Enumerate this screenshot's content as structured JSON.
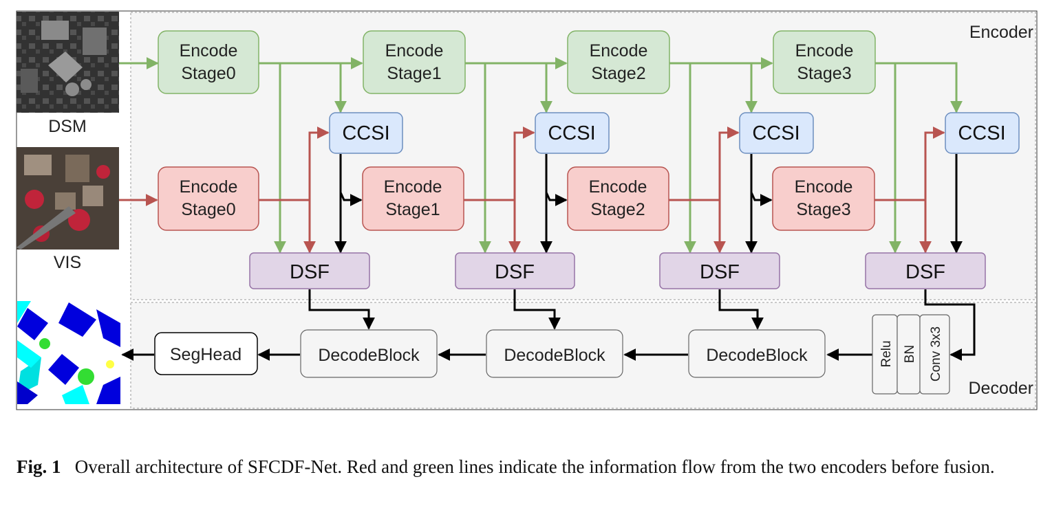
{
  "diagram": {
    "sections": {
      "encoder_label": "Encoder",
      "decoder_label": "Decoder"
    },
    "inputs": {
      "dsm_label": "DSM",
      "vis_label": "VIS"
    },
    "encoder_dsm": [
      {
        "line1": "Encode",
        "line2": "Stage0"
      },
      {
        "line1": "Encode",
        "line2": "Stage1"
      },
      {
        "line1": "Encode",
        "line2": "Stage2"
      },
      {
        "line1": "Encode",
        "line2": "Stage3"
      }
    ],
    "encoder_vis": [
      {
        "line1": "Encode",
        "line2": "Stage0"
      },
      {
        "line1": "Encode",
        "line2": "Stage1"
      },
      {
        "line1": "Encode",
        "line2": "Stage2"
      },
      {
        "line1": "Encode",
        "line2": "Stage3"
      }
    ],
    "ccsi": [
      "CCSI",
      "CCSI",
      "CCSI",
      "CCSI"
    ],
    "dsf": [
      "DSF",
      "DSF",
      "DSF",
      "DSF"
    ],
    "decode_blocks": [
      "DecodeBlock",
      "DecodeBlock",
      "DecodeBlock"
    ],
    "seghead": "SegHead",
    "conv_stack": [
      "Relu",
      "BN",
      "Conv 3x3"
    ],
    "colors": {
      "green_fill": "#d5e8d4",
      "green_stroke": "#82b366",
      "red_fill": "#f8cecc",
      "red_stroke": "#b85450",
      "blue_fill": "#dae8fc",
      "blue_stroke": "#6c8ebf",
      "purple_fill": "#e1d5e7",
      "purple_stroke": "#9673a6",
      "gray_fill": "#f5f5f5",
      "gray_stroke": "#666666"
    }
  },
  "caption": {
    "label": "Fig. 1",
    "text": "Overall architecture of SFCDF-Net. Red and green lines indicate the information flow from the two encoders before fusion."
  }
}
